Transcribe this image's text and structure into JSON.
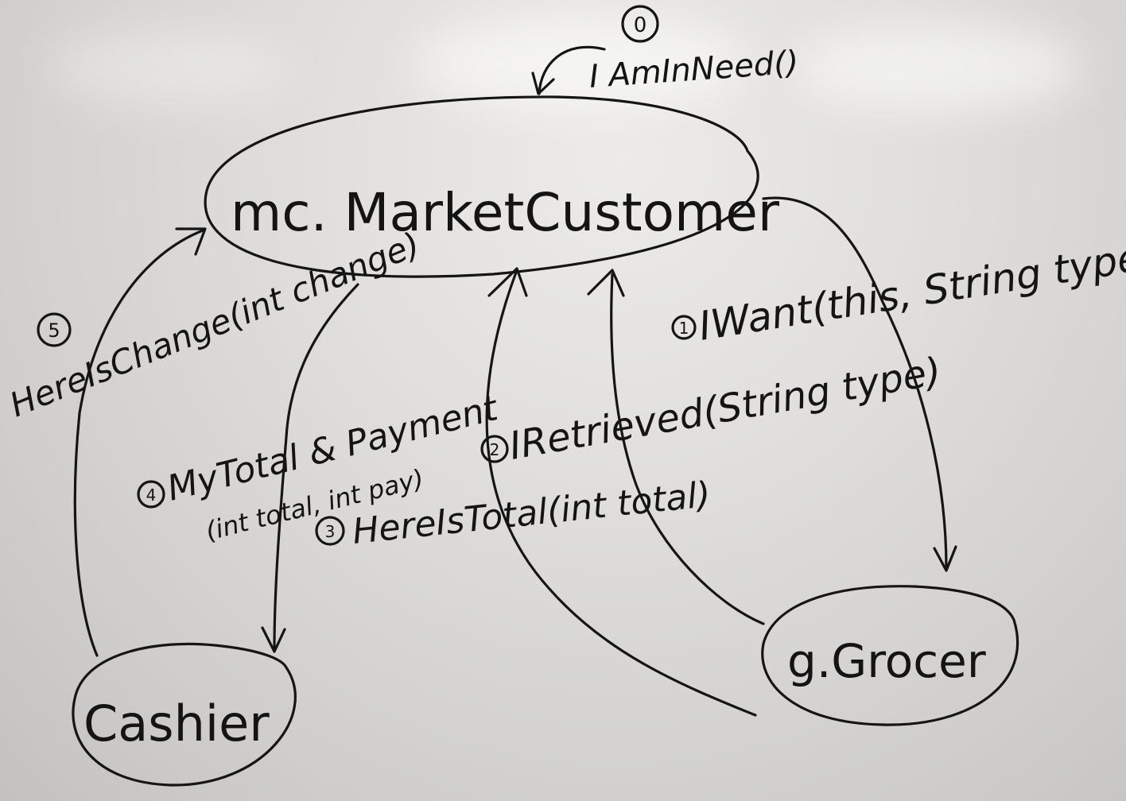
{
  "nodes": {
    "market_customer": "mc. MarketCustomer",
    "cashier": "Cashier",
    "grocer": "g.Grocer"
  },
  "messages": {
    "m0": {
      "num": "0",
      "label": "I AmInNeed()"
    },
    "m1": {
      "num": "1",
      "label": "IWant(this, String type)"
    },
    "m2": {
      "num": "2",
      "label": "IRetrieved(String type)"
    },
    "m3": {
      "num": "3",
      "label": "HereIsTotal(int total)"
    },
    "m4": {
      "num": "4",
      "label": "MyTotal & Payment",
      "label2": "(int total, int pay)"
    },
    "m5": {
      "num": "5",
      "label": "HereIsChange(int change)"
    }
  }
}
